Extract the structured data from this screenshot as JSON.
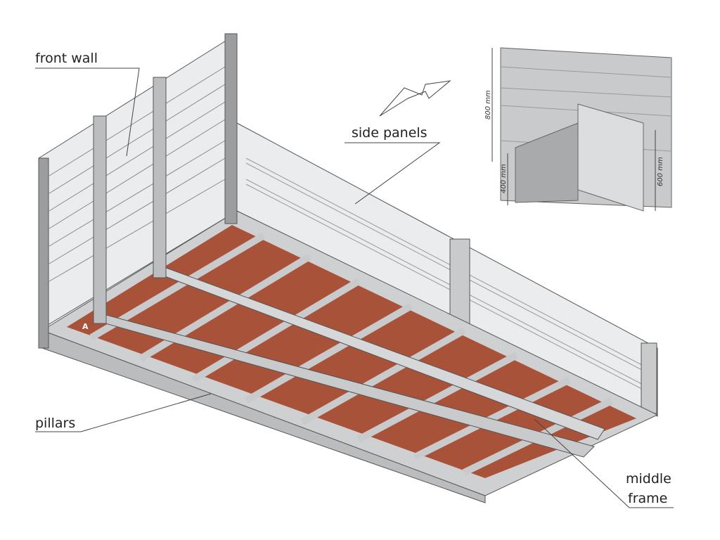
{
  "labels": {
    "front_wall": "front wall",
    "side_panels": "side panels",
    "pillars": "pillars",
    "middle_frame_1": "middle",
    "middle_frame_2": "frame"
  },
  "inset": {
    "dim_800": "800 mm",
    "dim_400": "400 mm",
    "dim_600": "600 mm"
  },
  "logo": "A",
  "colors": {
    "floor": "#a9523a",
    "frame": "#c9cacc",
    "panel": "#e9eaeb",
    "outline": "#555555"
  }
}
